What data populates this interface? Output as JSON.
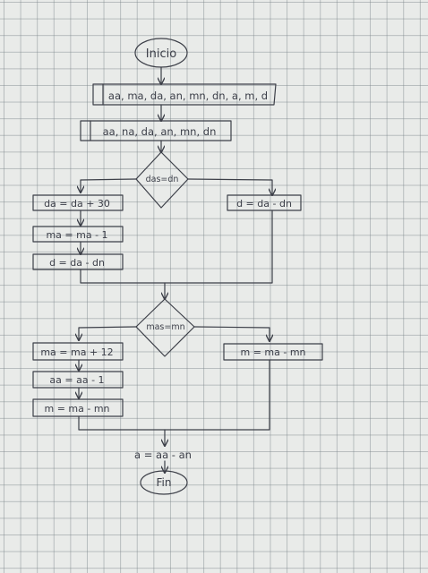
{
  "diagram": {
    "start": "Inicio",
    "input": "aa, ma, da, an, mn, dn, a, m, d",
    "read": "aa, na, da, an, mn, dn",
    "cond1": "das=dn",
    "cond1_yes": [
      "da = da + 30",
      "ma = ma - 1",
      "d = da - dn"
    ],
    "cond1_no": "d = da - dn",
    "cond2": "mas=mn",
    "cond2_yes": [
      "ma = ma + 12",
      "aa = aa - 1",
      "m = ma - mn"
    ],
    "cond2_no": "m = ma - mn",
    "result": "a = aa - an",
    "end": "Fin"
  }
}
